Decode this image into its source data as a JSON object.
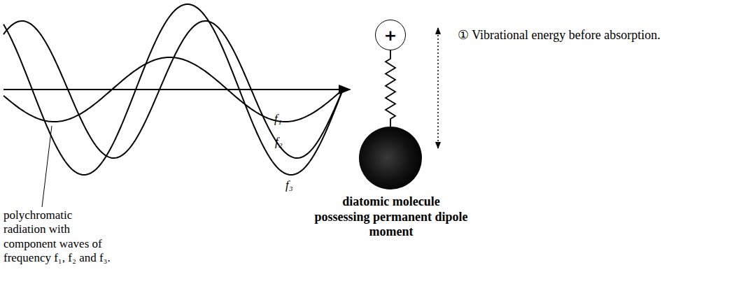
{
  "diagram": {
    "nodes": [
      {
        "text": [
          "+"
        ]
      }
    ],
    "labels": [
      "f₁",
      "f₂",
      "f₃",
      "polychromatic radiation with component waves of frequency f₁, f₂ and f₃.",
      "diatomic molecule possessing permanent dipole moment",
      "① Vibrational energy before absorption."
    ]
  }
}
